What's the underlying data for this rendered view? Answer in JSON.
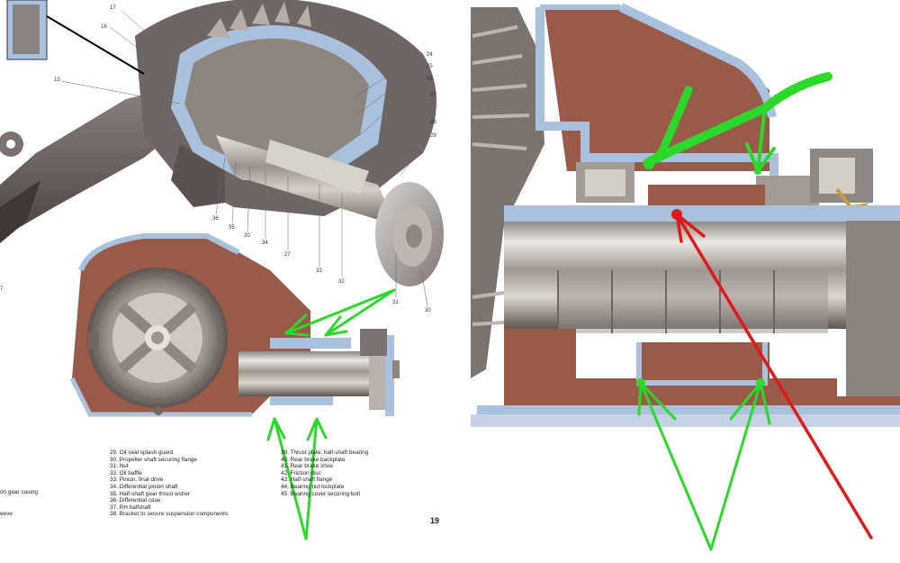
{
  "callouts_top": [
    "17",
    "16",
    "15",
    "24",
    "25",
    "26",
    "27",
    "28",
    "29",
    "36",
    "35",
    "20",
    "34",
    "27",
    "33",
    "32",
    "31",
    "30"
  ],
  "callout_left_edge": "7",
  "legend_left": [
    "on gear casing",
    "eeve"
  ],
  "legend_a": [
    "29. Oil seal splash guard",
    "30. Propeller shaft securing flange",
    "31. Nut",
    "32. Oil baffle",
    "33. Pinion, final drive",
    "34. Differential pinion shaft",
    "35. Half-shaft gear thrust wsher",
    "36. Differential case",
    "37. RH halfshaft",
    "38. Bracket to secure suspension components"
  ],
  "legend_b": [
    "39. Thrust plate, half-shaft bearing",
    "40. Rear brake backplate",
    "41. Rear brake shoe",
    "42. Friction disc",
    "43. Half-shaft flange",
    "44. Bearing nut lockplate",
    "45. Bearing cover securing bolt"
  ],
  "page_number": "19",
  "colors": {
    "casing": "#6d6563",
    "casing_dark": "#4a4342",
    "section_red": "#9a5a4a",
    "seal_blue": "#a9c1dd",
    "metal": "#b9b2ad",
    "annotation_green": "#2bd92b",
    "annotation_red": "#e01919"
  }
}
